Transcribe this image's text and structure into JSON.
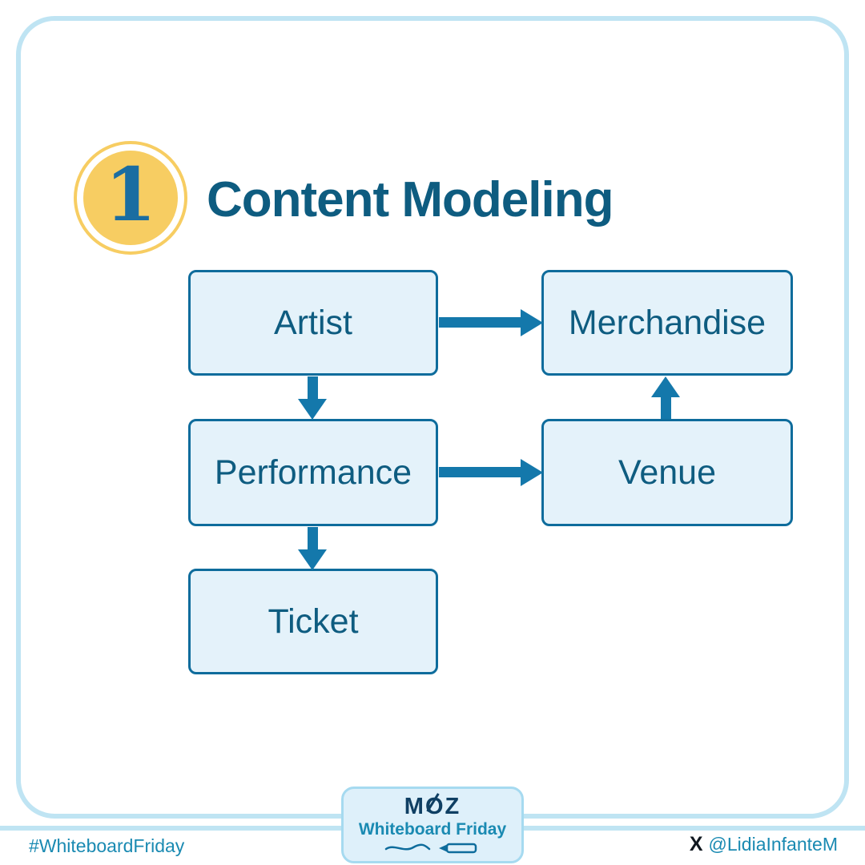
{
  "header": {
    "step_number": "1",
    "title": "Content Modeling"
  },
  "diagram": {
    "nodes": [
      {
        "id": "artist",
        "label": "Artist"
      },
      {
        "id": "merchandise",
        "label": "Merchandise"
      },
      {
        "id": "performance",
        "label": "Performance"
      },
      {
        "id": "venue",
        "label": "Venue"
      },
      {
        "id": "ticket",
        "label": "Ticket"
      }
    ],
    "edges": [
      {
        "from": "artist",
        "to": "merchandise",
        "direction": "right"
      },
      {
        "from": "artist",
        "to": "performance",
        "direction": "down"
      },
      {
        "from": "performance",
        "to": "venue",
        "direction": "right"
      },
      {
        "from": "venue",
        "to": "merchandise",
        "direction": "up"
      },
      {
        "from": "performance",
        "to": "ticket",
        "direction": "down"
      }
    ]
  },
  "moz_badge": {
    "logo": "MOZ",
    "subtitle": "Whiteboard Friday"
  },
  "footer": {
    "hashtag": "#WhiteboardFriday",
    "x_label": "X",
    "handle": "@LidiaInfanteM"
  },
  "colors": {
    "frame_light_blue": "#bfe4f3",
    "box_fill": "#e4f2fa",
    "box_border": "#0e6c9c",
    "heading_teal": "#0e5c80",
    "arrow_blue": "#1478ab",
    "badge_yellow": "#f7cd62",
    "footer_teal": "#1a8ab2",
    "moz_navy": "#0f3f63"
  }
}
